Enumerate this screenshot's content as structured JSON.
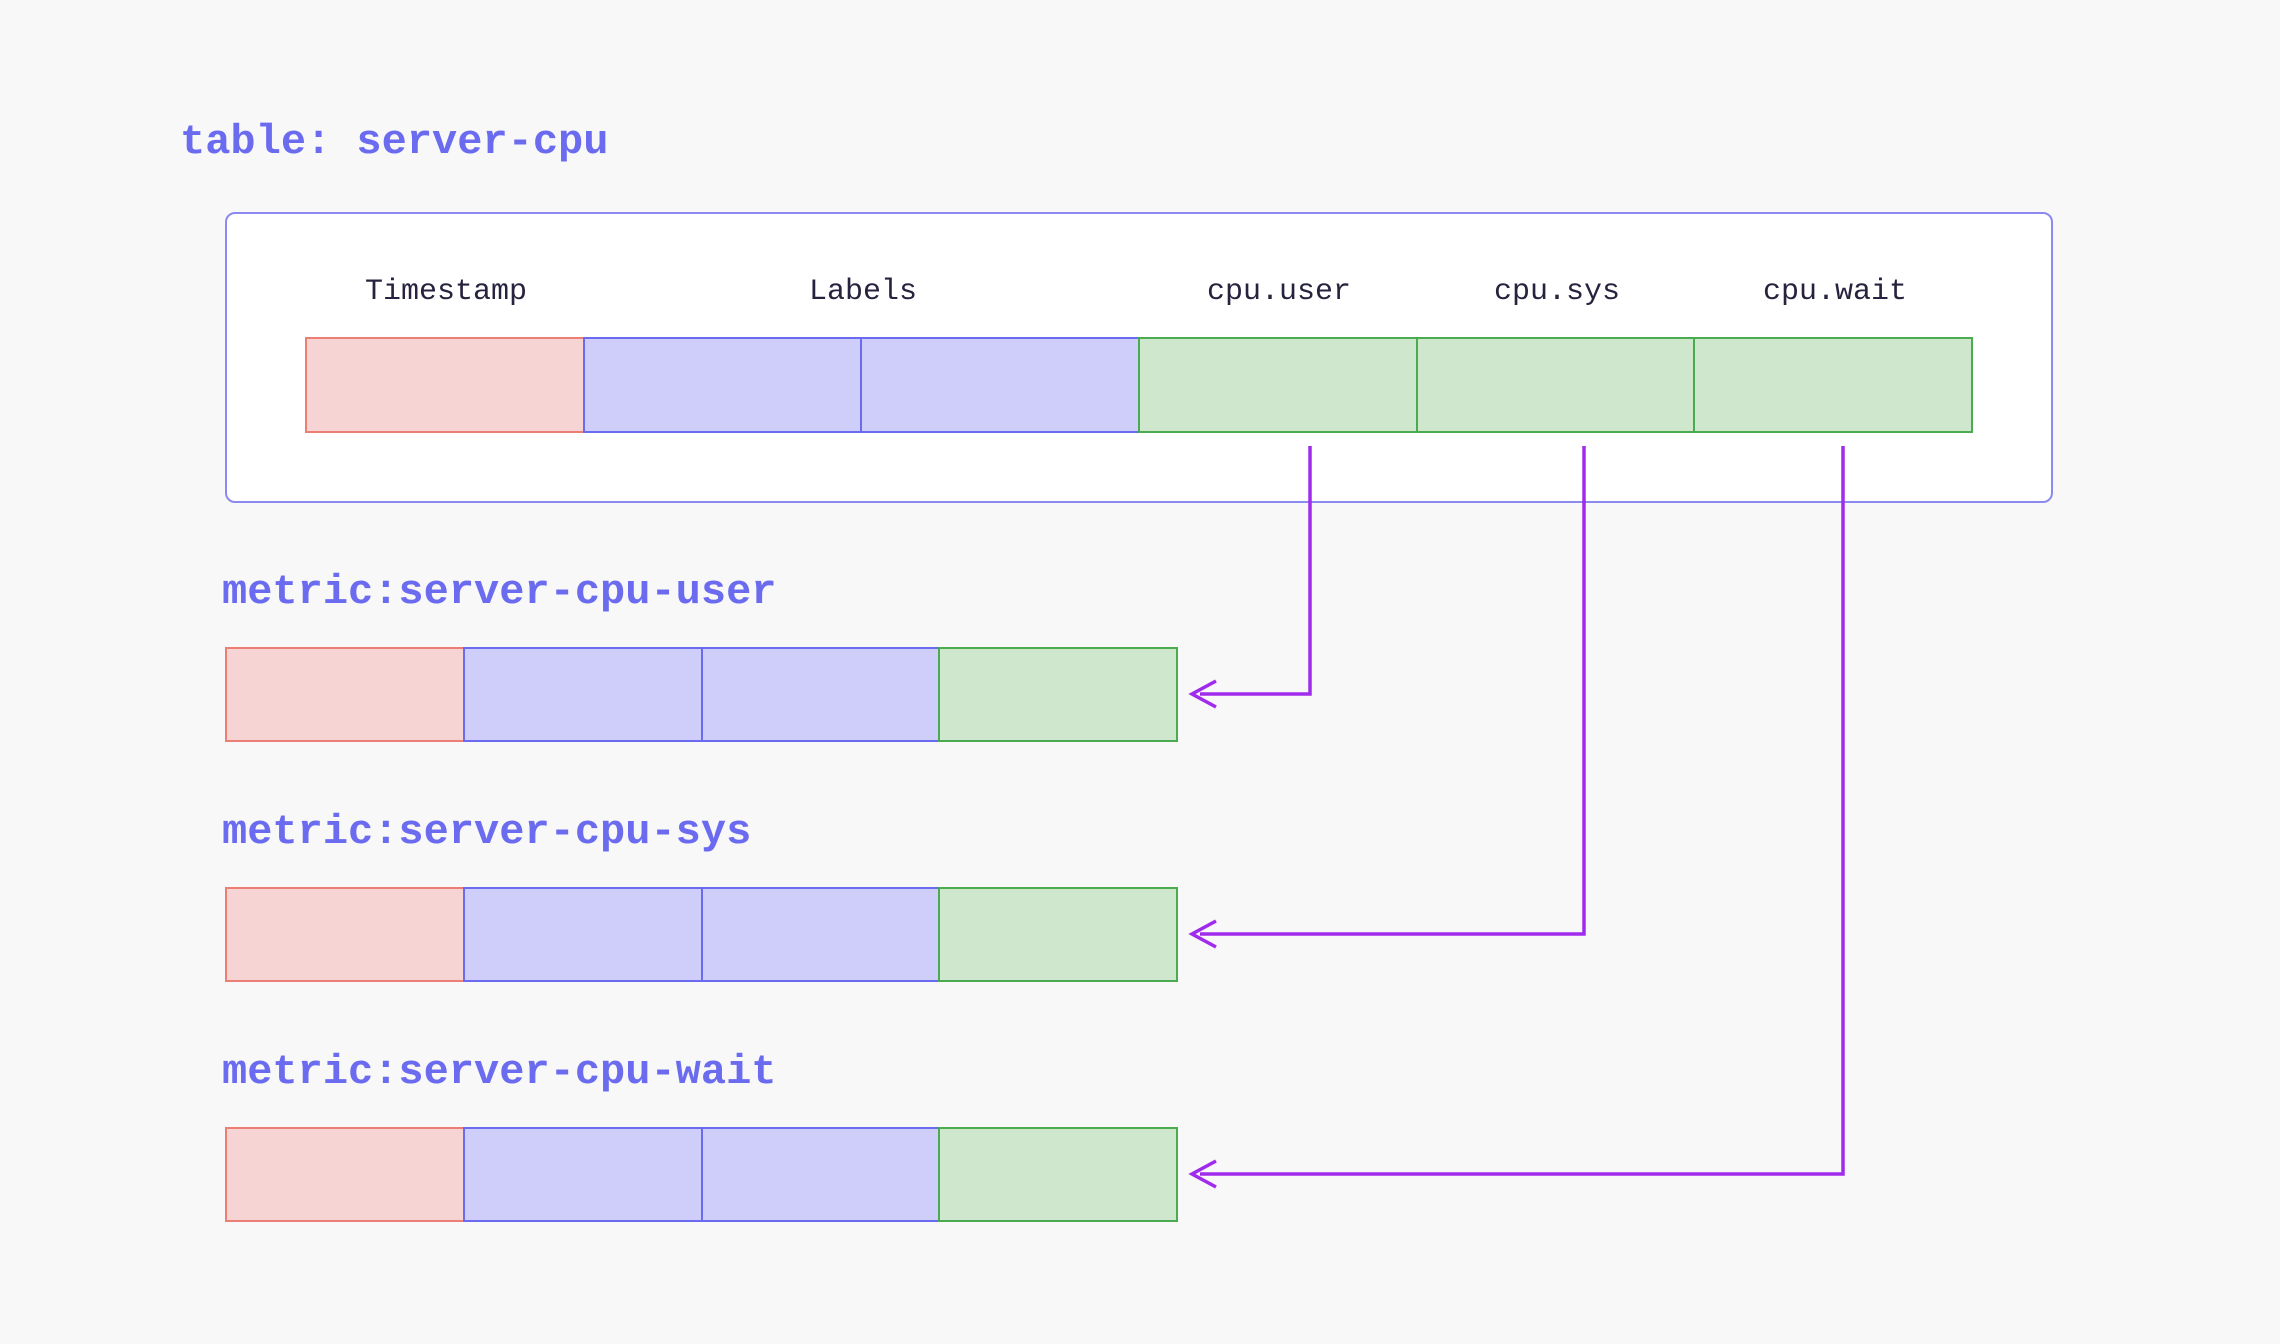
{
  "colors": {
    "bg": "#f8f8f8",
    "accent-purple": "#6b6bf0",
    "box-border": "#8a8af1",
    "box-fill": "#ffffff",
    "header-text": "#29223f",
    "timestamp-fill": "#f6d4d4",
    "timestamp-border": "#ec7e75",
    "label-fill": "#cfcefa",
    "label-border": "#6b6bf0",
    "field-fill": "#cfe8cd",
    "field-border": "#4aab50",
    "arrow": "#a12bec"
  },
  "table": {
    "title": "table: server-cpu",
    "headers": [
      {
        "label": "Timestamp"
      },
      {
        "label": "Labels"
      },
      {
        "label": "cpu.user"
      },
      {
        "label": "cpu.sys"
      },
      {
        "label": "cpu.wait"
      }
    ],
    "cells": [
      "timestamp",
      "label",
      "label",
      "field",
      "field",
      "field"
    ]
  },
  "metrics": [
    {
      "title": "metric:server-cpu-user",
      "source_column": "cpu.user",
      "cells": [
        "timestamp",
        "label",
        "label",
        "field"
      ]
    },
    {
      "title": "metric:server-cpu-sys",
      "source_column": "cpu.sys",
      "cells": [
        "timestamp",
        "label",
        "label",
        "field"
      ]
    },
    {
      "title": "metric:server-cpu-wait",
      "source_column": "cpu.wait",
      "cells": [
        "timestamp",
        "label",
        "label",
        "field"
      ]
    }
  ]
}
